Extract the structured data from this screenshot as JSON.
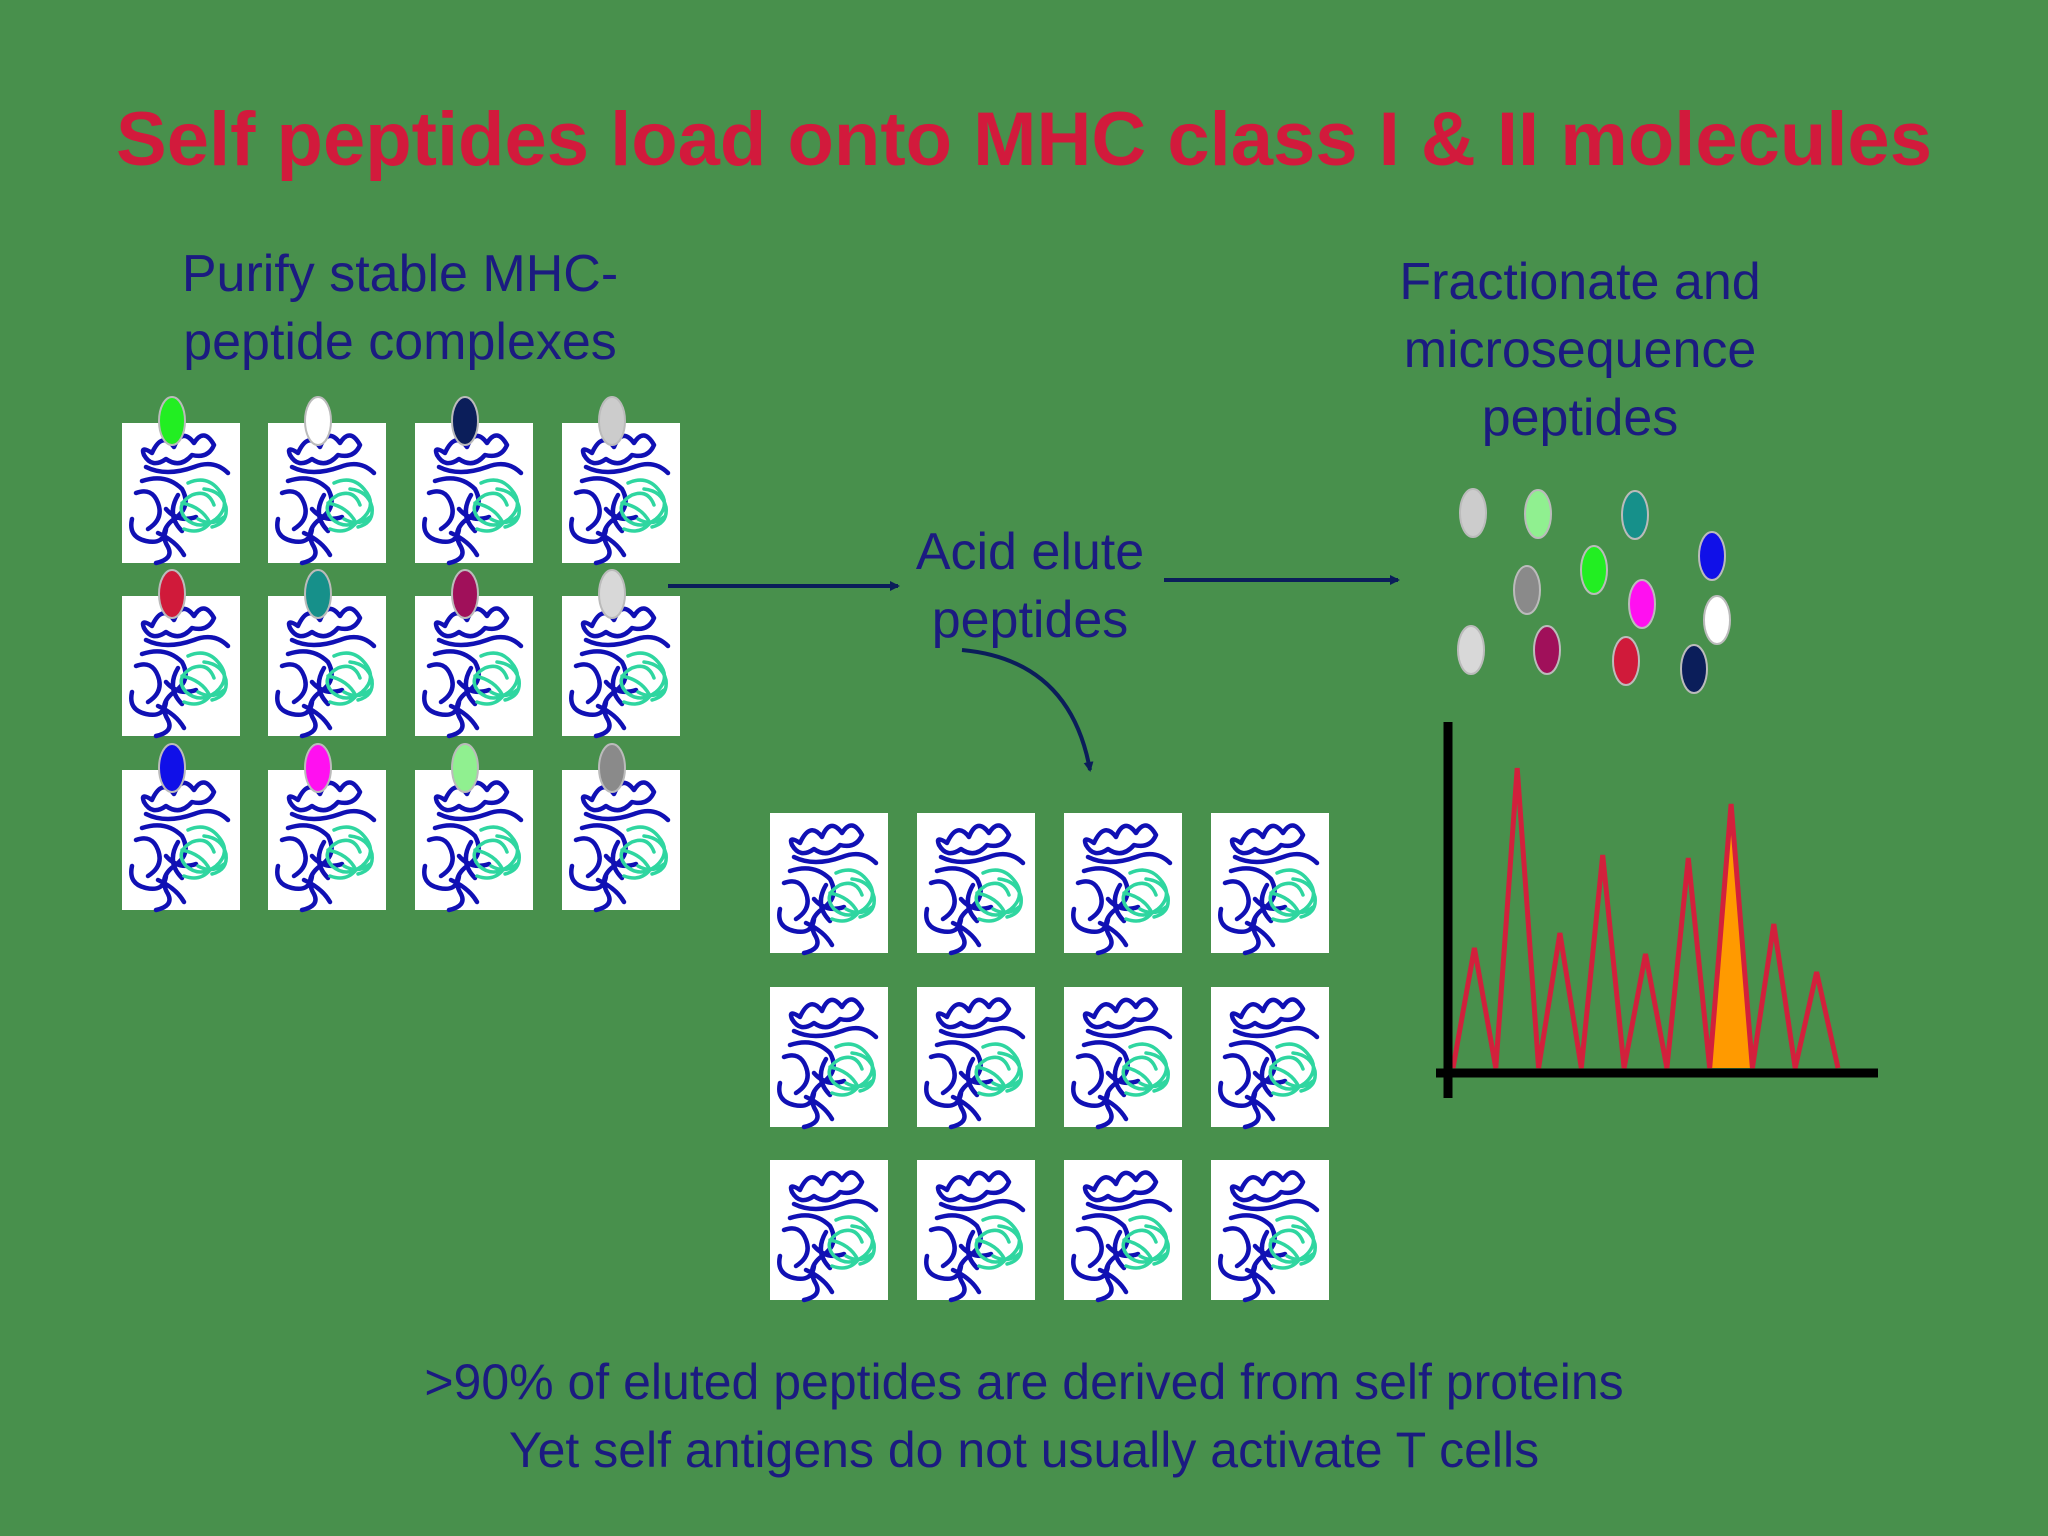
{
  "title": "Self peptides load onto MHC class I & II molecules",
  "step_purify": {
    "line1": "Purify stable MHC-",
    "line2": "peptide complexes"
  },
  "step_acid": {
    "line1": "Acid elute",
    "line2": "peptides"
  },
  "step_fractionate": {
    "line1": "Fractionate and",
    "line2": "microsequence",
    "line3": "peptides"
  },
  "footer": {
    "line1": ">90% of eluted peptides are derived from self proteins",
    "line2": "Yet self antigens do not usually activate T cells"
  },
  "colors": {
    "background": "#48904c",
    "title": "#d21a3c",
    "body_text": "#1b1b80",
    "mhc_alpha": "#1010b4",
    "mhc_beta2m": "#2fd6a0",
    "chromatogram_line": "#d2203c",
    "highlight_peak": "#ff9a00"
  },
  "loaded_peptide_colors": [
    "#22ee22",
    "#ffffff",
    "#0b1e5a",
    "#cccccc",
    "#d01a3a",
    "#16908a",
    "#a0105a",
    "#d8d8d8",
    "#1010e8",
    "#ff10f0",
    "#90f090",
    "#8a8a8a"
  ],
  "free_peptide_colors": [
    "#cccccc",
    "#90f090",
    "#16908a",
    "#1010e8",
    "#8a8a8a",
    "#22ee22",
    "#ff10f0",
    "#ffffff",
    "#d8d8d8",
    "#a0105a",
    "#d01a3a",
    "#0b1e5a"
  ],
  "chromatogram_profile": [
    0,
    0.4,
    0,
    1.0,
    0,
    0.45,
    0,
    0.71,
    0,
    0.38,
    0,
    0.7,
    0,
    0.88,
    0,
    0.48,
    0,
    0.32,
    0
  ],
  "highlighted_peak_index": 13
}
